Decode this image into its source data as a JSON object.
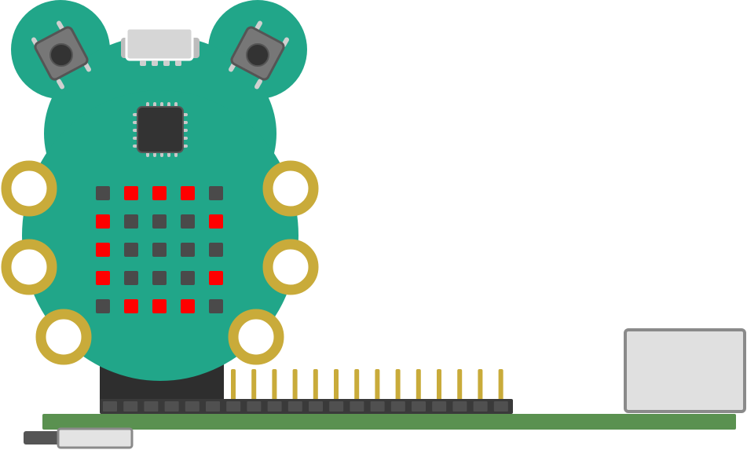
{
  "colors": {
    "board_body": "#21a689",
    "board_outline": "#ffffff",
    "led_on": "#ff0000",
    "led_off": "#4a4a4a",
    "pad_gold": "#c9ab3a",
    "pad_hole": "#ffffff",
    "chip": "#333333",
    "button_body": "#777777",
    "button_cap": "#333333",
    "usb_port": "#d6d6d6",
    "pcb_base": "#5a9150",
    "header_strip": "#3a3a3a",
    "header_pin": "#c9ab3a",
    "side_connector": "#e3e3e3",
    "sd_card": "#e0e0e0"
  },
  "led_matrix": {
    "rows": [
      [
        0,
        1,
        1,
        1,
        0
      ],
      [
        1,
        0,
        0,
        0,
        1
      ],
      [
        1,
        0,
        0,
        0,
        0
      ],
      [
        1,
        0,
        0,
        0,
        1
      ],
      [
        0,
        1,
        1,
        1,
        0
      ]
    ]
  },
  "icons": {
    "button_left": "tactile-button-icon",
    "button_right": "tactile-button-icon",
    "usb": "micro-usb-port-icon",
    "chip": "microcontroller-chip-icon"
  },
  "header": {
    "pin_count": 14
  }
}
